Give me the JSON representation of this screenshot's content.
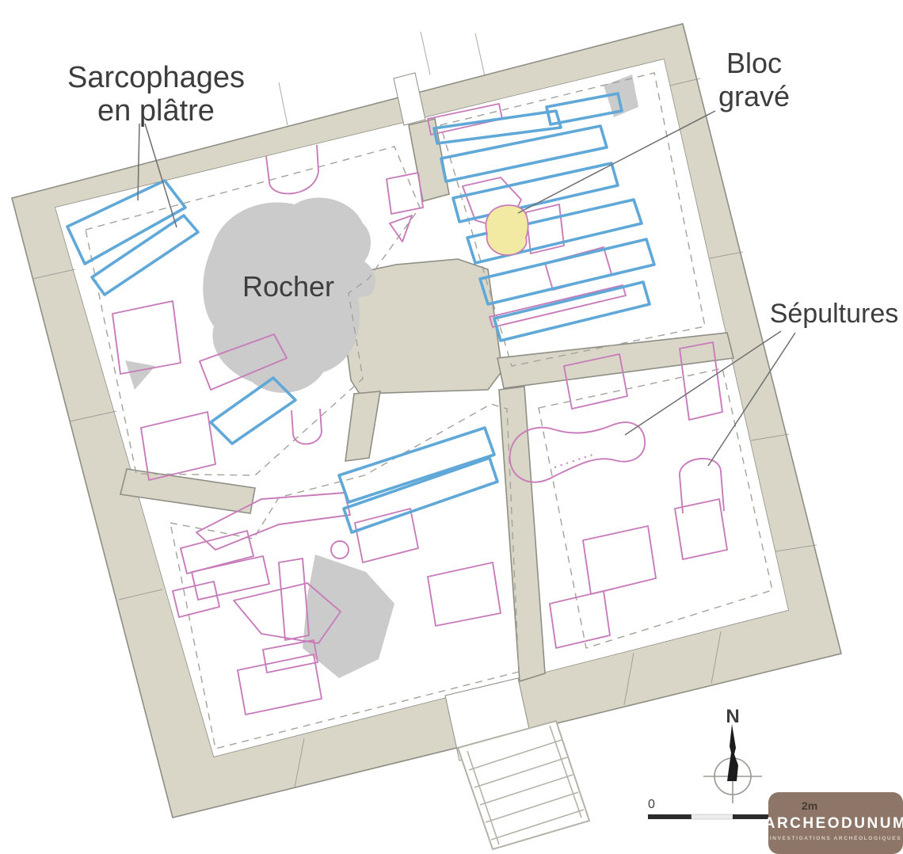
{
  "labels": {
    "sarcophagi": {
      "line1": "Sarcophages",
      "line2": "en plâtre"
    },
    "bloc": {
      "line1": "Bloc",
      "line2": "gravé"
    },
    "rocher": "Rocher",
    "sepultures": "Sépultures"
  },
  "compass": {
    "north": "N"
  },
  "scalebar": {
    "zero": "0",
    "max": "2m"
  },
  "logo": {
    "brand": "ARCHEODUNUM",
    "tagline": "INVESTIGATIONS ARCHÉOLOGIQUES"
  },
  "palette": {
    "wall_fill": "#d9d6c8",
    "wall_stroke": "#8f8e85",
    "rock_gray": "#cbcbcb",
    "sarcophagus_blue": "#5fa8d8",
    "grave_pink": "#c87cba",
    "engraved_block_yellow": "#f2e9a2",
    "dashed_gray": "#a3a39a",
    "label_color": "#3d3d3d",
    "logo_brown": "#8d7668"
  }
}
